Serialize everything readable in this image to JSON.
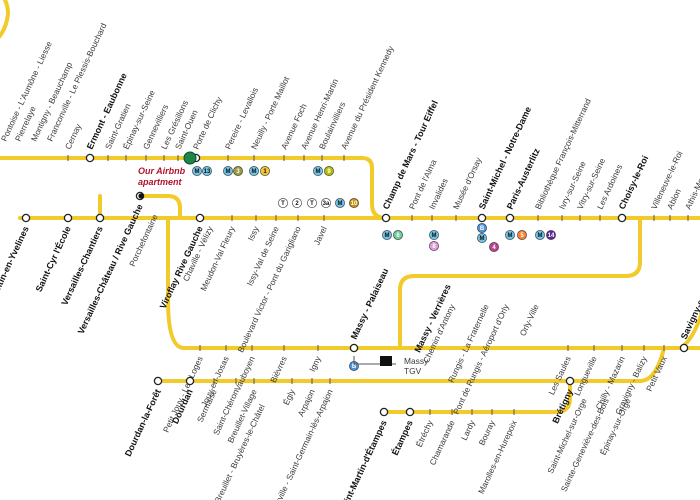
{
  "colors": {
    "line": "#F2CB2A",
    "annotation": "#B0132E",
    "airbnb_marker": "#1E8449",
    "station_fill": "#ffffff",
    "station_stroke": "#222222"
  },
  "annotation": {
    "text_line1": "Our Airbnb",
    "text_line2": "apartment"
  },
  "stations": [
    {
      "id": "pontoise-top",
      "label": "Pontoise - L'Aumône - Liesse",
      "major": false,
      "angle": -65
    },
    {
      "id": "pierrelaye",
      "label": "Pierrelaye",
      "major": false,
      "angle": -65
    },
    {
      "id": "montigny",
      "label": "Montigny - Beauchamp",
      "major": false,
      "angle": -65
    },
    {
      "id": "franconville",
      "label": "Franconville - Le Plessis-Bouchard",
      "major": false,
      "angle": -65
    },
    {
      "id": "cernay",
      "label": "Cernay",
      "major": false,
      "angle": -65
    },
    {
      "id": "ermont",
      "label": "Ermont - Eaubonne",
      "major": true,
      "angle": -65
    },
    {
      "id": "saint-gratien",
      "label": "Saint-Gratien",
      "major": false,
      "angle": -65
    },
    {
      "id": "epinay",
      "label": "Épinay-sur-Seine",
      "major": false,
      "angle": -65
    },
    {
      "id": "gennevilliers",
      "label": "Gennevilliers",
      "major": false,
      "angle": -65
    },
    {
      "id": "les-gresillons",
      "label": "Les Grésillons",
      "major": false,
      "angle": -65
    },
    {
      "id": "saint-ouen",
      "label": "Saint-Ouen",
      "major": false,
      "angle": -65
    },
    {
      "id": "porte-clichy",
      "label": "Porte de Clichy",
      "major": false,
      "angle": -65
    },
    {
      "id": "pereire",
      "label": "Pereire - Levallois",
      "major": false,
      "angle": -65
    },
    {
      "id": "neuilly",
      "label": "Neuilly - Porte Maillot",
      "major": false,
      "angle": -65
    },
    {
      "id": "avenue-foch",
      "label": "Avenue Foch",
      "major": false,
      "angle": -65
    },
    {
      "id": "avenue-henri-martin",
      "label": "Avenue Henri-Martin",
      "major": false,
      "angle": -65
    },
    {
      "id": "boulainvilliers",
      "label": "Boulainvilliers",
      "major": false,
      "angle": -65
    },
    {
      "id": "avenue-kennedy",
      "label": "Avenue du Président Kennedy",
      "major": false,
      "angle": -65
    },
    {
      "id": "stquentin",
      "label": "Saint-Quentin-en-Yvelines",
      "major": true,
      "angle": -65
    },
    {
      "id": "saint-cyr",
      "label": "Saint-Cyr l'École",
      "major": true,
      "angle": -65
    },
    {
      "id": "versailles-chantiers",
      "label": "Versailles-Chantiers",
      "major": true,
      "angle": -65
    },
    {
      "id": "versailles-rg",
      "label": "Versailles-Château / Rive Gauche",
      "major": true,
      "angle": -65
    },
    {
      "id": "porchefontaine",
      "label": "Porchefontaine",
      "major": false,
      "angle": -65
    },
    {
      "id": "viroflay",
      "label": "Viroflay Rive Gauche",
      "major": true,
      "angle": -65
    },
    {
      "id": "chaville",
      "label": "Chaville - Vélizy",
      "major": false,
      "angle": -65
    },
    {
      "id": "meudon",
      "label": "Meudon-Val Fleury",
      "major": false,
      "angle": -65
    },
    {
      "id": "issy",
      "label": "Issy",
      "major": false,
      "angle": -65
    },
    {
      "id": "issy-val",
      "label": "Issy-Val de Seine",
      "major": false,
      "angle": -65
    },
    {
      "id": "boulevard-victor",
      "label": "Boulevard Victor - Pont du Garigliano",
      "major": false,
      "angle": -65
    },
    {
      "id": "javel",
      "label": "Javel",
      "major": false,
      "angle": -65
    },
    {
      "id": "champ-de-mars",
      "label": "Champ de Mars - Tour Eiffel",
      "major": true,
      "angle": -65
    },
    {
      "id": "pont-alma",
      "label": "Pont de l'Alma",
      "major": false,
      "angle": -65
    },
    {
      "id": "invalides",
      "label": "Invalides",
      "major": false,
      "angle": -65
    },
    {
      "id": "musee-orsay",
      "label": "Musée d'Orsay",
      "major": false,
      "angle": -65
    },
    {
      "id": "saint-michel",
      "label": "Saint-Michel - Notre-Dame",
      "major": true,
      "angle": -65
    },
    {
      "id": "paris-austerlitz",
      "label": "Paris-Austerlitz",
      "major": true,
      "angle": -65
    },
    {
      "id": "bibliotheque",
      "label": "Bibliothèque François-Mitterrand",
      "major": false,
      "angle": -65
    },
    {
      "id": "ivry",
      "label": "Ivry-sur-Seine",
      "major": false,
      "angle": -65
    },
    {
      "id": "vitry",
      "label": "Vitry-sur-Seine",
      "major": false,
      "angle": -65
    },
    {
      "id": "les-ardoines",
      "label": "Les Ardoines",
      "major": false,
      "angle": -65
    },
    {
      "id": "choisy",
      "label": "Choisy-le-Roi",
      "major": true,
      "angle": -65
    },
    {
      "id": "villeneuve",
      "label": "Villeneuve-le-Roi",
      "major": false,
      "angle": -65
    },
    {
      "id": "ablon",
      "label": "Ablon",
      "major": false,
      "angle": -65
    },
    {
      "id": "athis-mons",
      "label": "Athis-Mons",
      "major": false,
      "angle": -65
    },
    {
      "id": "petit-jouy",
      "label": "Petit Jouy - Les Loges",
      "major": false,
      "angle": -65
    },
    {
      "id": "jouy-en-josas",
      "label": "Jouy-en-Josas",
      "major": false,
      "angle": -65
    },
    {
      "id": "vauboyen",
      "label": "Vauboyen",
      "major": false,
      "angle": -65
    },
    {
      "id": "bievres",
      "label": "Bièvres",
      "major": false,
      "angle": -65
    },
    {
      "id": "igny",
      "label": "Igny",
      "major": false,
      "angle": -65
    },
    {
      "id": "massy-palaiseau",
      "label": "Massy - Palaiseau",
      "major": true,
      "angle": -65
    },
    {
      "id": "massy-verrieres",
      "label": "Massy - Verrières",
      "major": true,
      "angle": -65
    },
    {
      "id": "chemin-antony",
      "label": "Chemin d'Antony",
      "major": false,
      "angle": -65
    },
    {
      "id": "rungis",
      "label": "Rungis - La Fraternelle",
      "major": false,
      "angle": -65
    },
    {
      "id": "pont-rungis",
      "label": "Pont de Rungis - Aéroport d'Orly",
      "major": false,
      "angle": -65
    },
    {
      "id": "orly-ville",
      "label": "Orly-Ville",
      "major": false,
      "angle": -65
    },
    {
      "id": "les-saules",
      "label": "Les Saules",
      "major": false,
      "angle": -65
    },
    {
      "id": "longueville",
      "label": "Longueville",
      "major": false,
      "angle": -65
    },
    {
      "id": "chilly",
      "label": "Chilly - Mazarin",
      "major": false,
      "angle": -65
    },
    {
      "id": "gravigny",
      "label": "Gravigny - Balizy",
      "major": false,
      "angle": -65
    },
    {
      "id": "petit-vaux",
      "label": "Petit Vaux",
      "major": false,
      "angle": -65
    },
    {
      "id": "savigny",
      "label": "Savigny-sur-Orge",
      "major": true,
      "angle": -65
    },
    {
      "id": "dourdan-foret",
      "label": "Dourdan-la-Forêt",
      "major": true,
      "angle": -65
    },
    {
      "id": "dourdan",
      "label": "Dourdan",
      "major": true,
      "angle": -65
    },
    {
      "id": "sermaise",
      "label": "Sermaise",
      "major": false,
      "angle": -65
    },
    {
      "id": "saint-cheron",
      "label": "Saint-Chéron",
      "major": false,
      "angle": -65
    },
    {
      "id": "breuillet-village",
      "label": "Breuillet-Village",
      "major": false,
      "angle": -65
    },
    {
      "id": "breuillet-bruyeres",
      "label": "Breuillet - Bruyères-le-Châtel",
      "major": false,
      "angle": -65
    },
    {
      "id": "egly",
      "label": "Égly",
      "major": false,
      "angle": -65
    },
    {
      "id": "arpajon",
      "label": "Arpajon",
      "major": false,
      "angle": -65
    },
    {
      "id": "la-norville",
      "label": "La Norville - Saint-Germain-lès-Arpajon",
      "major": false,
      "angle": -65
    },
    {
      "id": "saint-martin",
      "label": "Saint-Martin-d'Étampes",
      "major": true,
      "angle": -65
    },
    {
      "id": "etampes",
      "label": "Étampes",
      "major": true,
      "angle": -65
    },
    {
      "id": "etrechy",
      "label": "Étréchy",
      "major": false,
      "angle": -65
    },
    {
      "id": "chamarande",
      "label": "Chamarande",
      "major": false,
      "angle": -65
    },
    {
      "id": "lardy",
      "label": "Lardy",
      "major": false,
      "angle": -65
    },
    {
      "id": "bouray",
      "label": "Bouray",
      "major": false,
      "angle": -65
    },
    {
      "id": "marolles",
      "label": "Marolles-en-Hurepoix",
      "major": false,
      "angle": -65
    },
    {
      "id": "bretigny",
      "label": "Brétigny",
      "major": true,
      "angle": -65
    },
    {
      "id": "saint-michel-orge",
      "label": "Saint-Michel-sur-Orge",
      "major": false,
      "angle": -65
    },
    {
      "id": "sainte-genevieve",
      "label": "Sainte-Geneviève-des-Bois",
      "major": false,
      "angle": -65
    },
    {
      "id": "epinay-orge",
      "label": "Épinay-sur-Orge",
      "major": false,
      "angle": -65
    }
  ],
  "badges": [
    {
      "id": "b-m13-porte",
      "text": "M",
      "color": "#6EC4E8"
    },
    {
      "id": "b-13",
      "text": "13",
      "color": "#6EC4E8"
    },
    {
      "id": "b-m3",
      "text": "M",
      "color": "#6EC4E8"
    },
    {
      "id": "b-3",
      "text": "3",
      "color": "#9A9940"
    },
    {
      "id": "b-m1",
      "text": "M",
      "color": "#6EC4E8"
    },
    {
      "id": "b-1",
      "text": "1",
      "color": "#F2C931"
    },
    {
      "id": "b-m9",
      "text": "M",
      "color": "#6EC4E8"
    },
    {
      "id": "b-9",
      "text": "9",
      "color": "#B6BD00"
    },
    {
      "id": "b-t2",
      "text": "T",
      "color": "#ffffff"
    },
    {
      "id": "b-2",
      "text": "2",
      "color": "#ffffff"
    },
    {
      "id": "b-t3a",
      "text": "T",
      "color": "#ffffff"
    },
    {
      "id": "b-3a",
      "text": "3a",
      "color": "#ffffff"
    },
    {
      "id": "b-m10",
      "text": "M",
      "color": "#6EC4E8"
    },
    {
      "id": "b-10",
      "text": "10",
      "color": "#C9910D"
    },
    {
      "id": "b-m6",
      "text": "M",
      "color": "#6EC4E8"
    },
    {
      "id": "b-6",
      "text": "6",
      "color": "#6ECA97"
    },
    {
      "id": "b-m8",
      "text": "M",
      "color": "#6EC4E8"
    },
    {
      "id": "b-8",
      "text": "8",
      "color": "#E19BDF"
    },
    {
      "id": "b-m4",
      "text": "M",
      "color": "#6EC4E8"
    },
    {
      "id": "b-4",
      "text": "4",
      "color": "#BE418D"
    },
    {
      "id": "b-m5",
      "text": "M",
      "color": "#6EC4E8"
    },
    {
      "id": "b-5",
      "text": "5",
      "color": "#FF7E2E"
    },
    {
      "id": "b-m14",
      "text": "M",
      "color": "#6EC4E8"
    },
    {
      "id": "b-14",
      "text": "14",
      "color": "#62259D"
    },
    {
      "id": "b-rerb",
      "text": "B",
      "color": "#4B92DB"
    },
    {
      "id": "b-rerb2",
      "text": "B",
      "color": "#4B92DB"
    }
  ],
  "terminal_tgv": {
    "label_line1": "Massy",
    "label_line2": "TGV"
  }
}
